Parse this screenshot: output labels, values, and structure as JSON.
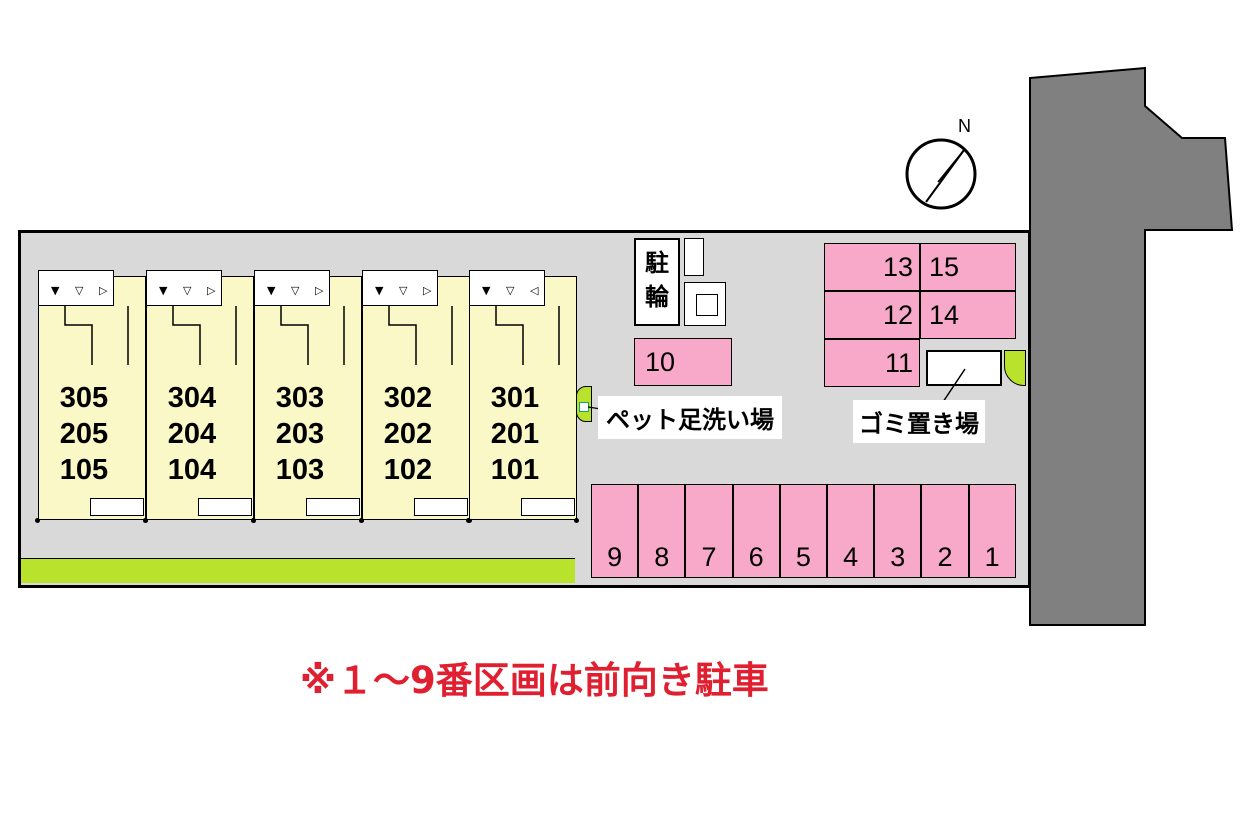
{
  "map": {
    "compass_label": "N",
    "units": [
      {
        "top": "305",
        "mid": "205",
        "bot": "105"
      },
      {
        "top": "304",
        "mid": "204",
        "bot": "104"
      },
      {
        "top": "303",
        "mid": "203",
        "bot": "103"
      },
      {
        "top": "302",
        "mid": "202",
        "bot": "102"
      },
      {
        "top": "301",
        "mid": "201",
        "bot": "101"
      }
    ],
    "bike_parking_label": "駐\n輪",
    "pet_wash_label": "ペット足洗い場",
    "garbage_label": "ゴミ置き場",
    "parking_bottom": [
      "9",
      "8",
      "7",
      "6",
      "5",
      "4",
      "3",
      "2",
      "1"
    ],
    "parking_10": "10",
    "parking_11": "11",
    "parking_12": "12",
    "parking_13": "13",
    "parking_14": "14",
    "parking_15": "15",
    "note": "※１～9番区画は前向き駐車"
  },
  "colors": {
    "lot": "#d9d9d9",
    "road": "#808080",
    "unit_fill": "#f9f8c6",
    "parking_fill": "#f8a8c8",
    "green": "#b8e22c",
    "note": "#e02030"
  }
}
